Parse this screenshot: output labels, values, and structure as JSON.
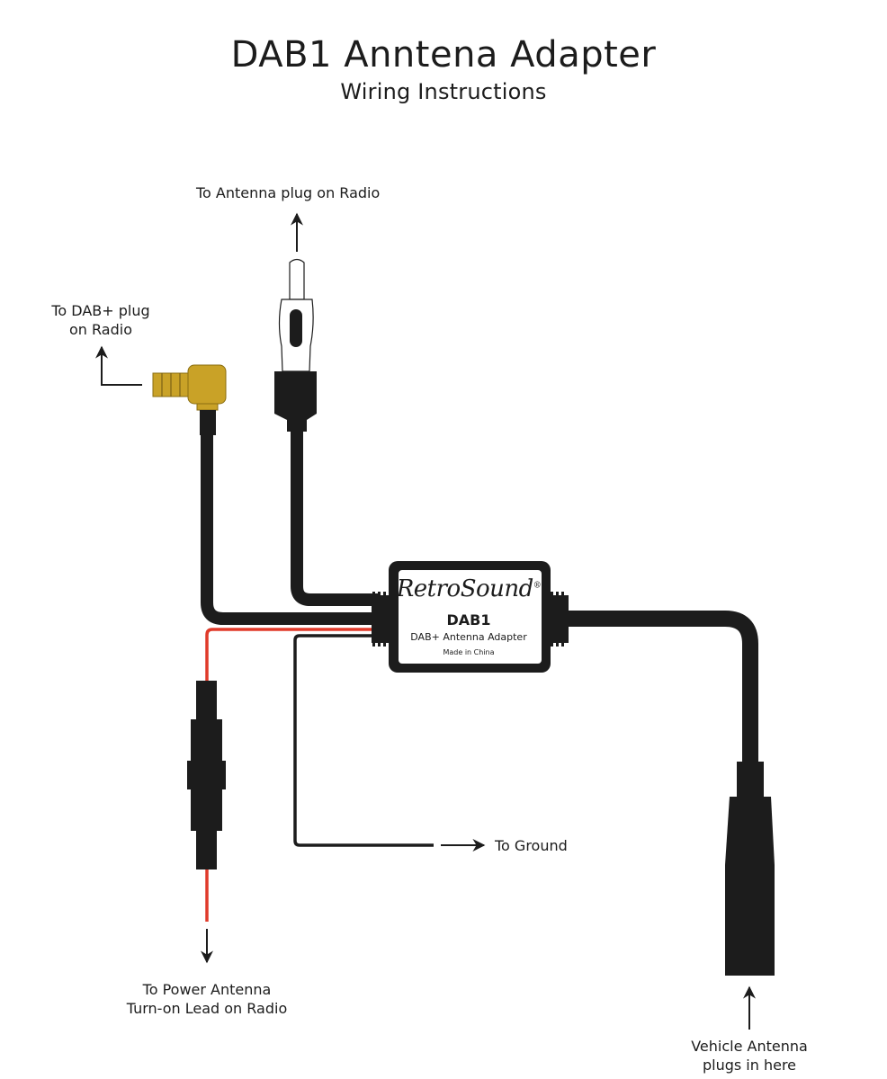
{
  "title": "DAB1 Anntena Adapter",
  "subtitle": "Wiring Instructions",
  "colors": {
    "cable": "#1c1c1c",
    "power_wire": "#e03a2a",
    "dab_connector_gold": "#c9a227",
    "background": "#ffffff"
  },
  "device": {
    "brand": "RetroSound",
    "registered_mark": "®",
    "model": "DAB1",
    "description": "DAB+ Antenna Adapter",
    "origin": "Made in China"
  },
  "labels": {
    "antenna_plug": "To Antenna plug on Radio",
    "dab_plug_line1": "To DAB+ plug",
    "dab_plug_line2": "on Radio",
    "ground": "To Ground",
    "power_line1": "To Power Antenna",
    "power_line2": "Turn-on Lead on Radio",
    "vehicle_line1": "Vehicle Antenna",
    "vehicle_line2": "plugs in here"
  },
  "icons": {
    "arrow_up": "arrow-up-icon",
    "arrow_down": "arrow-down-icon",
    "arrow_right": "arrow-right-icon"
  }
}
